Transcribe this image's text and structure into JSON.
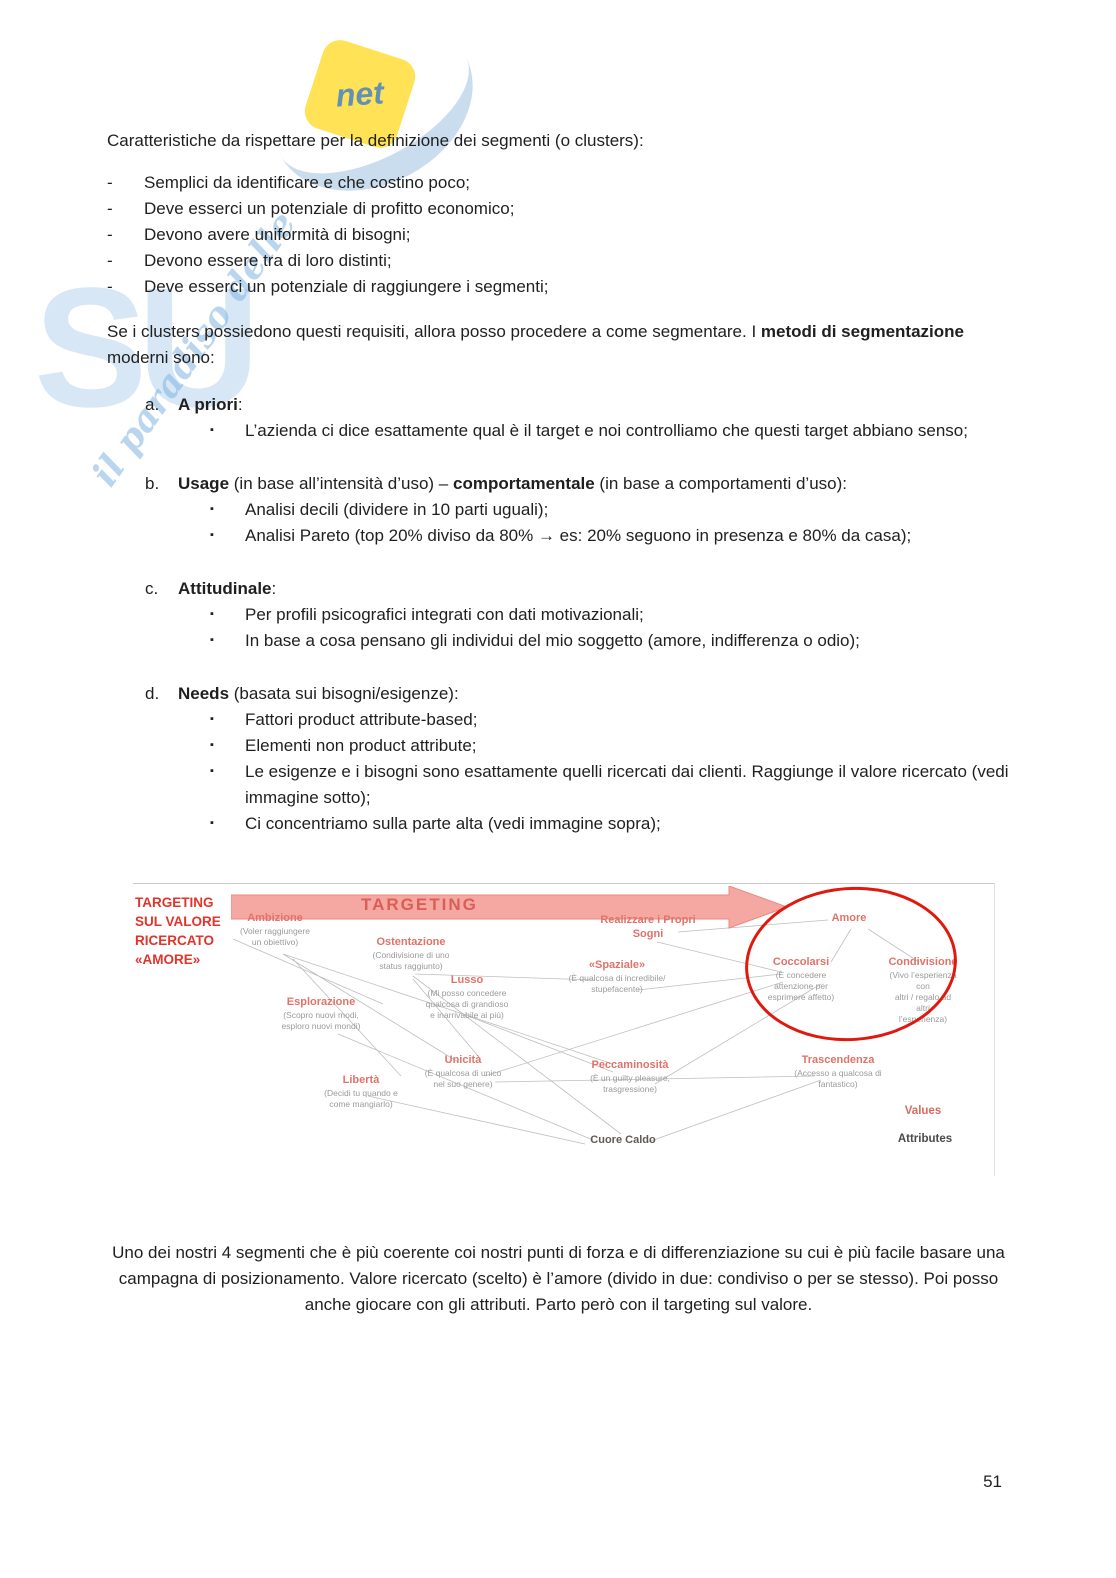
{
  "doc": {
    "intro": "Caratteristiche da rispettare per la definizione dei segmenti (o clusters):",
    "bullets": [
      "Semplici da identificare e che costino poco;",
      "Deve esserci un potenziale di profitto economico;",
      "Devono avere uniformità di bisogni;",
      "Devono essere tra di loro distinti;",
      "Deve esserci un potenziale di raggiungere i segmenti;"
    ],
    "para": {
      "pre": "Se i clusters possiedono questi requisiti, allora posso procedere a come segmentare. I ",
      "bold": "metodi di segmentazione",
      "post": " moderni sono:"
    },
    "methods": {
      "a": {
        "letter": "a.",
        "bold": "A priori",
        "rest": ":",
        "items": [
          "L’azienda ci dice esattamente qual è il target e noi controlliamo che questi target abbiano senso;"
        ]
      },
      "b": {
        "letter": "b.",
        "bold": "Usage",
        "mid": " (in base all’intensità d’uso) – ",
        "bold2": "comportamentale",
        "rest": " (in base a comportamenti d’uso):",
        "items": [
          "Analisi decili (dividere in 10 parti uguali);",
          "Analisi Pareto (top 20% diviso da 80% → es: 20% seguono in presenza e 80% da casa);"
        ]
      },
      "c": {
        "letter": "c.",
        "bold": "Attitudinale",
        "rest": ":",
        "items": [
          "Per profili psicografici integrati con dati motivazionali;",
          "In base a cosa pensano gli individui del mio soggetto (amore, indifferenza o odio);"
        ]
      },
      "d": {
        "letter": "d.",
        "bold": "Needs",
        "rest": " (basata sui bisogni/esigenze):",
        "items": [
          "Fattori product attribute-based;",
          "Elementi non product attribute;",
          "Le esigenze e i bisogni sono esattamente quelli ricercati dai clienti. Raggiunge il valore ricercato (vedi immagine sotto);",
          "Ci concentriamo sulla parte alta (vedi immagine sopra);"
        ]
      }
    },
    "diagram": {
      "side_label": "TARGETING\nSUL VALORE\nRICERCATO\n«AMORE»",
      "arrow_label": "TARGETING",
      "nodes": [
        {
          "title": "Ambizione",
          "sub": "(Voler raggiungere\nun obiettivo)"
        },
        {
          "title": "Ostentazione",
          "sub": "(Condivisione di uno\nstatus raggiunto)"
        },
        {
          "title": "Lusso",
          "sub": "(Mi posso concedere\nqualcosa di grandioso\ne inarrivabile ai più)"
        },
        {
          "title": "Esplorazione",
          "sub": "(Scopro nuovi modi,\nesploro nuovi mondi)"
        },
        {
          "title": "«Spaziale»",
          "sub": "(È qualcosa di incredibile/\nstupefacente)"
        },
        {
          "title": "Realizzare i Propri\nSogni",
          "sub": ""
        },
        {
          "title": "Amore",
          "sub": ""
        },
        {
          "title": "Coccolarsi",
          "sub": "(È concedere\nattenzione per\nesprimere affetto)"
        },
        {
          "title": "Condivisione",
          "sub": "(Vivo l’esperienza con\naltri / regalo ad altri\nl’esperienza)"
        },
        {
          "title": "Unicità",
          "sub": "(È qualcosa di unico\nnel suo genere)"
        },
        {
          "title": "Libertà",
          "sub": "(Decidi tu quando e\ncome mangiarlo)"
        },
        {
          "title": "Peccaminosità",
          "sub": "(È un guilty pleasure,\ntrasgressione)"
        },
        {
          "title": "Trascendenza",
          "sub": "(Accesso a qualcosa di\nfantastico)"
        },
        {
          "title": "Cuore Caldo",
          "sub": ""
        },
        {
          "title": "Values",
          "sub": ""
        },
        {
          "title": "Attributes",
          "sub": ""
        }
      ]
    },
    "footer": "Uno dei nostri 4 segmenti che è più coerente coi nostri punti di forza e di differenziazione su cui è più facile basare una campagna di posizionamento. Valore ricercato (scelto) è l’amore (divido in due: condiviso o per se stesso). Poi posso anche giocare con gli attributi. Parto però con il targeting sul valore.",
    "page_number": "51",
    "watermark": {
      "script": "il paradiso delle",
      "letters": "SU",
      "badge": "net"
    }
  }
}
